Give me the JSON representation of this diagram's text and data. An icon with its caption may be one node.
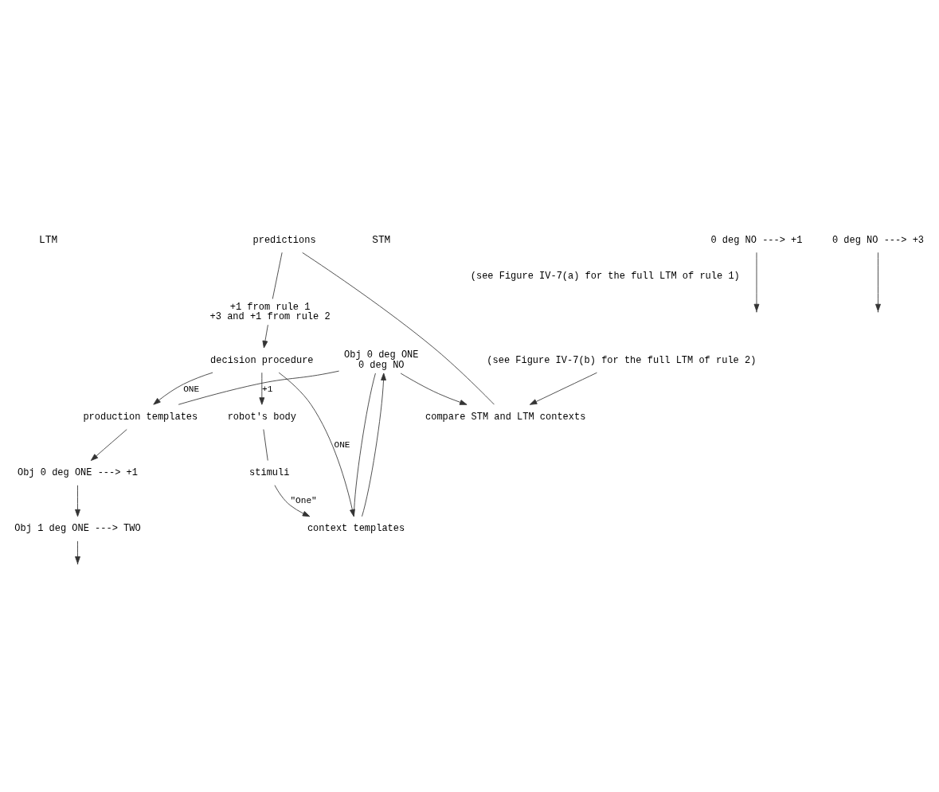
{
  "diagram": {
    "nodes": [
      {
        "text": [
          "Obj 0 deg ONE",
          "0 deg NO"
        ]
      },
      {
        "text": [
          "production templates"
        ]
      },
      {
        "text": [
          "context templates"
        ]
      },
      {
        "text": [
          "stimuli"
        ]
      },
      {
        "text": [
          "robot's body"
        ]
      },
      {
        "text": [
          "decision procedure"
        ]
      },
      {
        "text": [
          "+1 from rule 1",
          "+3 and +1 from rule 2"
        ]
      },
      {
        "text": [
          "predictions"
        ]
      },
      {
        "text": [
          "compare STM and LTM contexts"
        ]
      },
      {
        "text": [
          "Obj 0 deg ONE ---> +1"
        ]
      },
      {
        "text": [
          "Obj 1 deg ONE ---> TWO"
        ]
      },
      {
        "text": [
          "(see Figure IV-7(a) for the full LTM of rule 1)"
        ]
      },
      {
        "text": [
          "0 deg NO ---> +1"
        ]
      },
      {
        "text": [
          "0 deg NO ---> +3"
        ]
      },
      {
        "text": [
          "(see Figure IV-7(b) for the full LTM of rule 2)"
        ]
      }
    ],
    "edges": [
      {
        "from": 0,
        "to": 1,
        "arrow": "none"
      },
      {
        "from": 1,
        "to": 9,
        "arrow": "to"
      },
      {
        "from": 9,
        "to": 10,
        "arrow": "to"
      },
      {
        "from": 10,
        "to": null,
        "arrow": "to"
      },
      {
        "from": 2,
        "to": 0,
        "arrow": "to"
      },
      {
        "from": 0,
        "to": 2,
        "arrow": "none"
      },
      {
        "from": 3,
        "to": 2,
        "arrow": "to",
        "label": "\"One\""
      },
      {
        "from": 4,
        "to": 3,
        "arrow": "none"
      },
      {
        "from": 5,
        "to": 4,
        "arrow": "to",
        "label": "+1"
      },
      {
        "from": 5,
        "to": 2,
        "arrow": "to",
        "label": "ONE"
      },
      {
        "from": 5,
        "to": 1,
        "arrow": "to",
        "label": "ONE"
      },
      {
        "from": 6,
        "to": 5,
        "arrow": "to"
      },
      {
        "from": 7,
        "to": 6,
        "arrow": "none"
      },
      {
        "from": 0,
        "to": 8,
        "arrow": "to"
      },
      {
        "from": 7,
        "to": 8,
        "arrow": "none"
      },
      {
        "from": 12,
        "to": null,
        "arrow": "to"
      },
      {
        "from": 13,
        "to": null,
        "arrow": "to"
      },
      {
        "from": 14,
        "to": 8,
        "arrow": "to"
      }
    ],
    "labels": [
      "STM",
      "LTM"
    ]
  }
}
